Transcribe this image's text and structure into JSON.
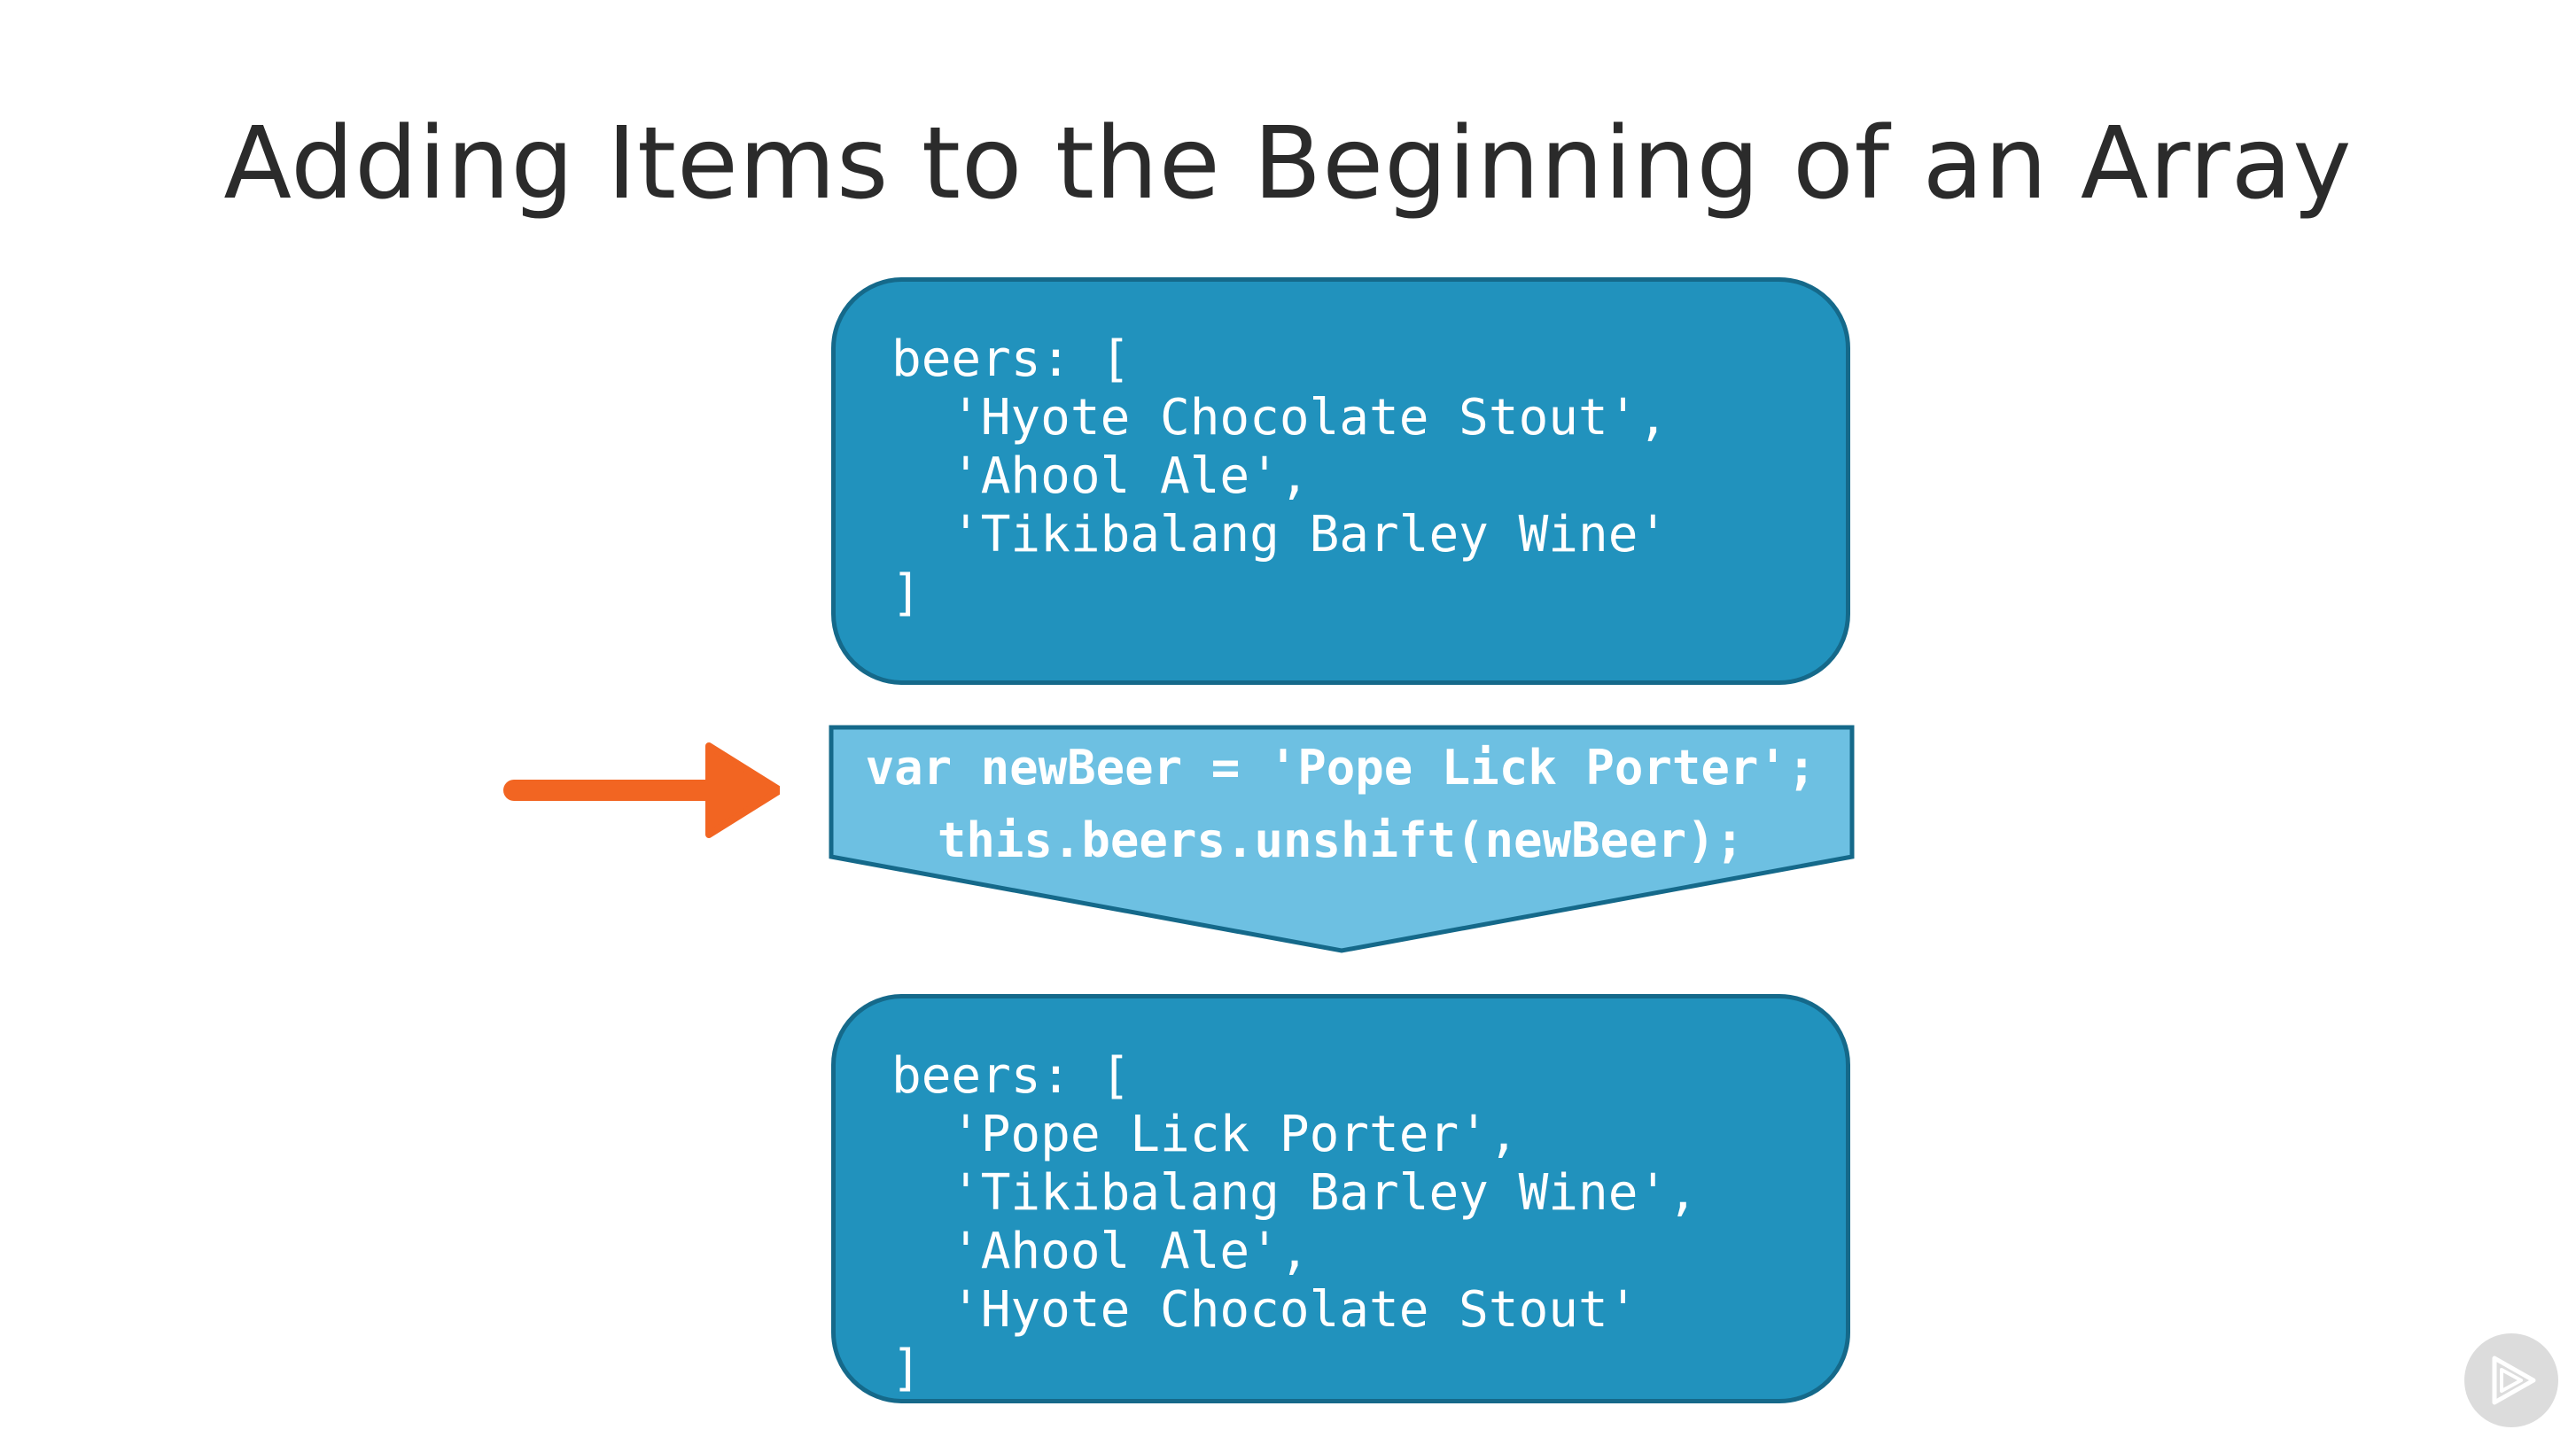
{
  "slide": {
    "title": "Adding Items to the Beginning of an Array"
  },
  "before": {
    "lines": [
      "beers: [",
      "'Hyote Chocolate Stout',",
      "'Ahool Ale',",
      "'Tikibalang Barley Wine'",
      "]"
    ]
  },
  "operation": {
    "lines": [
      "var newBeer = 'Pope Lick Porter';",
      "this.beers.unshift(newBeer);"
    ]
  },
  "after": {
    "lines": [
      "beers: [",
      "'Pope Lick Porter',",
      "'Tikibalang Barley Wine',",
      "'Ahool Ale',",
      "'Hyote Chocolate Stout'",
      "]"
    ]
  },
  "colors": {
    "box_fill": "#2192bd",
    "box_border": "#15698a",
    "operation_fill": "#6dc0e2",
    "arrow": "#f26522",
    "title_text": "#2b2b2b"
  },
  "icons": {
    "pointer": "arrow-right-icon",
    "player_logo": "play-logo-icon"
  }
}
